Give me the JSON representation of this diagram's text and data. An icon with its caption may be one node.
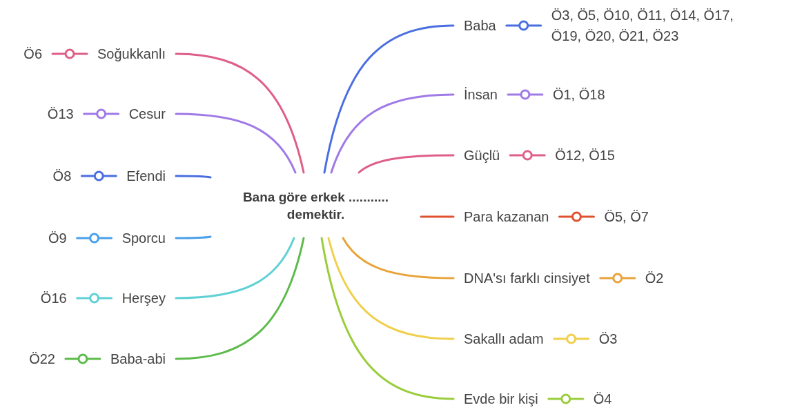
{
  "diagram": {
    "nodes": [
      {
        "text": [
          "Bana göre erkek ........... demektir."
        ]
      },
      {
        "text": [
          "Baba"
        ]
      },
      {
        "text": [
          "Ö3, Ö5, Ö10, Ö11, Ö14, Ö17, Ö19, Ö20, Ö21, Ö23"
        ]
      },
      {
        "text": [
          "İnsan"
        ]
      },
      {
        "text": [
          "Ö1, Ö18"
        ]
      },
      {
        "text": [
          "Güçlü"
        ]
      },
      {
        "text": [
          "Ö12, Ö15"
        ]
      },
      {
        "text": [
          "Para kazanan"
        ]
      },
      {
        "text": [
          "Ö5, Ö7"
        ]
      },
      {
        "text": [
          "DNA'sı farklı cinsiyet"
        ]
      },
      {
        "text": [
          "Ö2"
        ]
      },
      {
        "text": [
          "Sakallı adam"
        ]
      },
      {
        "text": [
          "Ö3"
        ]
      },
      {
        "text": [
          "Evde bir kişi"
        ]
      },
      {
        "text": [
          "Ö4"
        ]
      },
      {
        "text": [
          "Soğukkanlı"
        ]
      },
      {
        "text": [
          "Ö6"
        ]
      },
      {
        "text": [
          "Cesur"
        ]
      },
      {
        "text": [
          "Ö13"
        ]
      },
      {
        "text": [
          "Efendi"
        ]
      },
      {
        "text": [
          "Ö8"
        ]
      },
      {
        "text": [
          "Sporcu"
        ]
      },
      {
        "text": [
          "Ö9"
        ]
      },
      {
        "text": [
          "Herşey"
        ]
      },
      {
        "text": [
          "Ö16"
        ]
      },
      {
        "text": [
          "Baba-abi"
        ]
      },
      {
        "text": [
          "Ö22"
        ]
      }
    ],
    "edges": [
      {
        "from": 0,
        "to": 1,
        "arrow": "none",
        "color": "#4a6ee0"
      },
      {
        "from": 1,
        "to": 2,
        "arrow": "none",
        "color": "#4a6ee0"
      },
      {
        "from": 0,
        "to": 3,
        "arrow": "none",
        "color": "#a07ae6"
      },
      {
        "from": 3,
        "to": 4,
        "arrow": "none",
        "color": "#a07ae6"
      },
      {
        "from": 0,
        "to": 5,
        "arrow": "none",
        "color": "#de5f87"
      },
      {
        "from": 5,
        "to": 6,
        "arrow": "none",
        "color": "#de5f87"
      },
      {
        "from": 0,
        "to": 7,
        "arrow": "none",
        "color": "#e0522f"
      },
      {
        "from": 7,
        "to": 8,
        "arrow": "none",
        "color": "#e0522f"
      },
      {
        "from": 0,
        "to": 9,
        "arrow": "none",
        "color": "#e8a33a"
      },
      {
        "from": 9,
        "to": 10,
        "arrow": "none",
        "color": "#e8a33a"
      },
      {
        "from": 0,
        "to": 11,
        "arrow": "none",
        "color": "#f0cf4a"
      },
      {
        "from": 11,
        "to": 12,
        "arrow": "none",
        "color": "#f0cf4a"
      },
      {
        "from": 0,
        "to": 13,
        "arrow": "none",
        "color": "#9acd3c"
      },
      {
        "from": 13,
        "to": 14,
        "arrow": "none",
        "color": "#9acd3c"
      },
      {
        "from": 0,
        "to": 15,
        "arrow": "none",
        "color": "#de5f87"
      },
      {
        "from": 15,
        "to": 16,
        "arrow": "none",
        "color": "#de5f87"
      },
      {
        "from": 0,
        "to": 17,
        "arrow": "none",
        "color": "#a07ae6"
      },
      {
        "from": 17,
        "to": 18,
        "arrow": "none",
        "color": "#a07ae6"
      },
      {
        "from": 0,
        "to": 19,
        "arrow": "none",
        "color": "#4a6ee0"
      },
      {
        "from": 19,
        "to": 20,
        "arrow": "none",
        "color": "#4a6ee0"
      },
      {
        "from": 0,
        "to": 21,
        "arrow": "none",
        "color": "#4aa0ea"
      },
      {
        "from": 21,
        "to": 22,
        "arrow": "none",
        "color": "#4aa0ea"
      },
      {
        "from": 0,
        "to": 23,
        "arrow": "none",
        "color": "#5fd0d5"
      },
      {
        "from": 23,
        "to": 24,
        "arrow": "none",
        "color": "#5fd0d5"
      },
      {
        "from": 0,
        "to": 25,
        "arrow": "none",
        "color": "#5cbb4a"
      },
      {
        "from": 25,
        "to": 26,
        "arrow": "none",
        "color": "#5cbb4a"
      }
    ]
  }
}
